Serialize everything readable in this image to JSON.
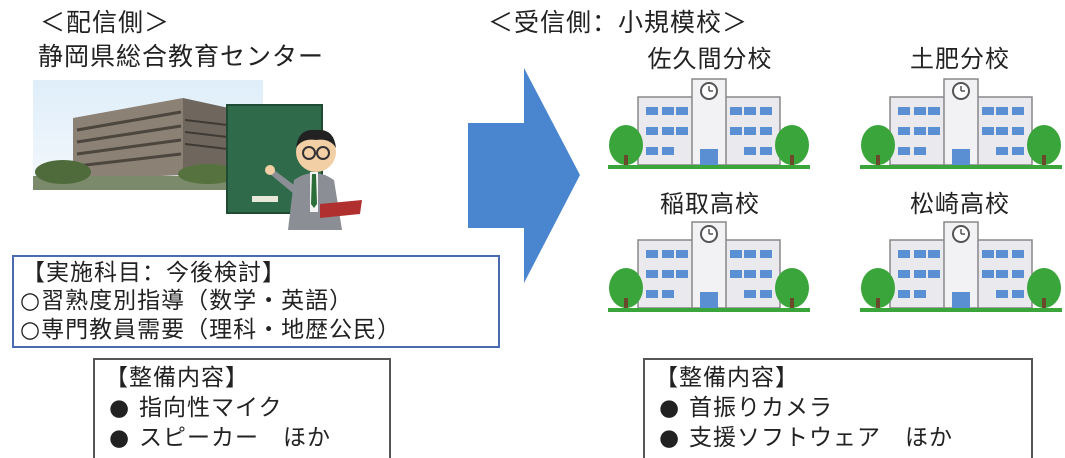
{
  "sender": {
    "heading": "＜配信側＞",
    "institution": "静岡県総合教育センター"
  },
  "receiver": {
    "heading": "＜受信側：小規模校＞",
    "schools": [
      "佐久間分校",
      "土肥分校",
      "稲取高校",
      "松崎高校"
    ]
  },
  "subjects_box": {
    "title": "【実施科目：今後検討】",
    "items": [
      "○習熟度別指導（数学・英語）",
      "○専門教員需要（理科・地歴公民）"
    ]
  },
  "equipment_send": {
    "title": "【整備内容】",
    "bullet": "●",
    "items": [
      "指向性マイク",
      "スピーカー　ほか"
    ]
  },
  "equipment_receive": {
    "title": "【整備内容】",
    "bullet": "●",
    "items": [
      "首振りカメラ",
      "支援ソフトウェア　ほか"
    ]
  },
  "colors": {
    "arrow": "#4a86cf",
    "subjects_border": "#4a6bb0",
    "tree": "#3aa53a",
    "building": "#e9e9ee",
    "windows": "#5b8fd4"
  }
}
